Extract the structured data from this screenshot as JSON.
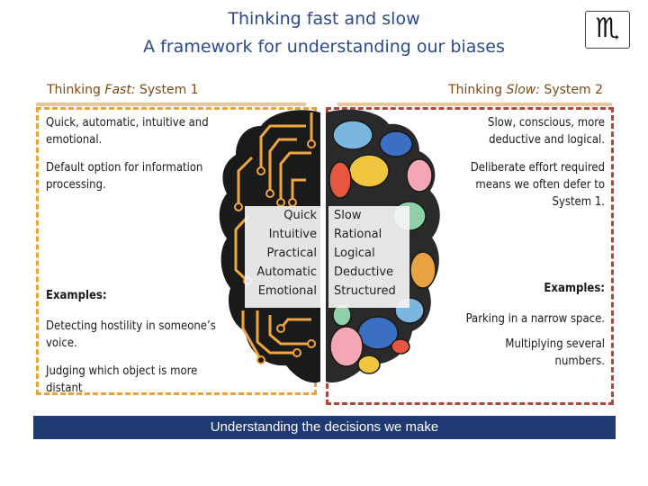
{
  "title": {
    "line1": "Thinking fast and slow",
    "line2": "A framework for understanding our biases"
  },
  "logo": {
    "glyph": "♏︎",
    "icon": "scorpio-glyph-icon"
  },
  "left": {
    "header_prefix": "Thinking ",
    "header_em": "Fast:",
    "header_suffix": " System 1",
    "desc": "Quick, automatic, intuitive and emotional.",
    "default": "Default option for information processing.",
    "examples_label": "Examples:",
    "example1": "Detecting hostility in someone’s voice.",
    "example2": "Judging which object is more distant",
    "traits": [
      "Quick",
      "Intuitive",
      "Practical",
      "Automatic",
      "Emotional"
    ]
  },
  "right": {
    "header_prefix": "Thinking ",
    "header_em": "Slow:",
    "header_suffix": " System 2",
    "desc": "Slow, conscious, more deductive and logical.",
    "effort": "Deliberate effort required means we often defer to System 1.",
    "examples_label": "Examples:",
    "example1": "Parking in a narrow space.",
    "example2": "Multiplying several numbers.",
    "traits": [
      "Slow",
      "Rational",
      "Logical",
      "Deductive",
      "Structured"
    ]
  },
  "footer": "Understanding the decisions we make",
  "colors": {
    "title": "#2b4a8a",
    "header": "#7a4a14",
    "left_border": "#e8a23f",
    "right_border": "#b2463f",
    "footer_bg": "#1f3a72",
    "circuit": "#f0a540",
    "brain_dark": "#1a1a1a"
  }
}
